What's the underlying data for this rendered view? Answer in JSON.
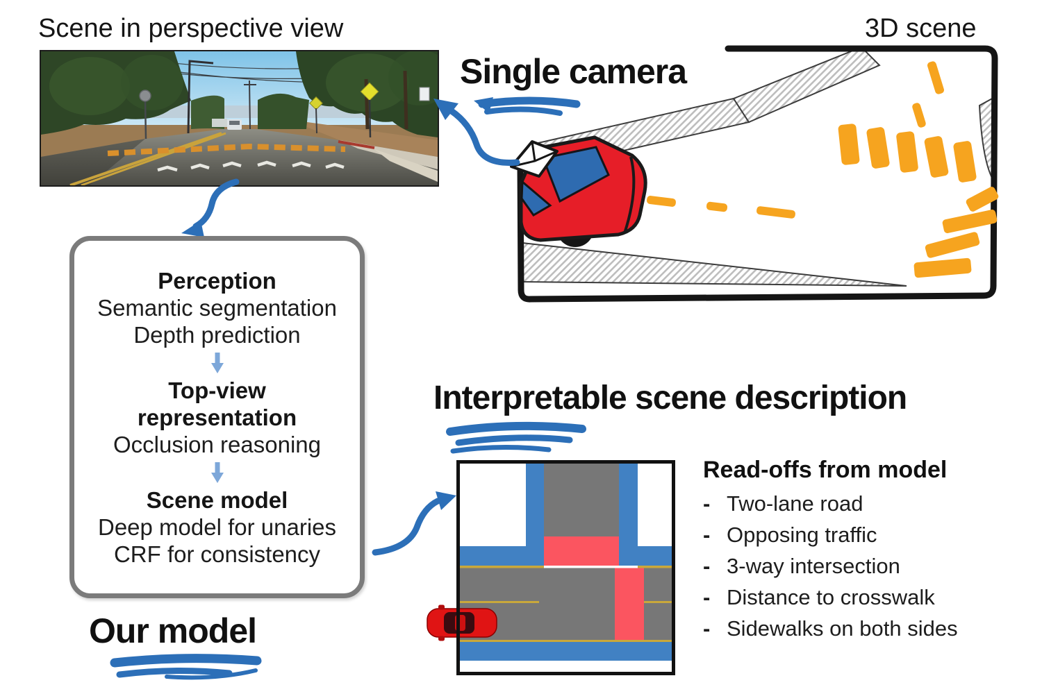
{
  "headings": {
    "perspective_view": "Scene in perspective view",
    "scene_3d": "3D scene",
    "single_camera": "Single camera",
    "interpretable": "Interpretable scene description",
    "our_model": "Our model"
  },
  "pipeline": {
    "steps": [
      {
        "title": "Perception",
        "lines": [
          "Semantic segmentation",
          "Depth prediction"
        ]
      },
      {
        "title": "Top-view representation",
        "lines": [
          "Occlusion reasoning"
        ]
      },
      {
        "title": "Scene model",
        "lines": [
          "Deep model for unaries",
          "CRF for consistency"
        ]
      }
    ]
  },
  "readoffs": {
    "title": "Read-offs from model",
    "bullet": "-",
    "items": [
      "Two-lane road",
      "Opposing traffic",
      "3-way intersection",
      "Distance to crosswalk",
      "Sidewalks on both sides"
    ]
  },
  "colors": {
    "annotation_blue": "#2c6fb8",
    "flow_arrow_blue": "#7da7d9",
    "box_border_gray": "#7b7b7b",
    "map_road_gray": "#777777",
    "map_sidewalk_blue": "#4181c3",
    "map_crosswalk_red": "#fb5560",
    "map_lane_yellow": "#c9a83b",
    "sketch_orange": "#f6a41f",
    "sketch_hatch_gray": "#bdbdbd",
    "car_red": "#e61e28",
    "car_window_blue": "#2e6bb0"
  }
}
